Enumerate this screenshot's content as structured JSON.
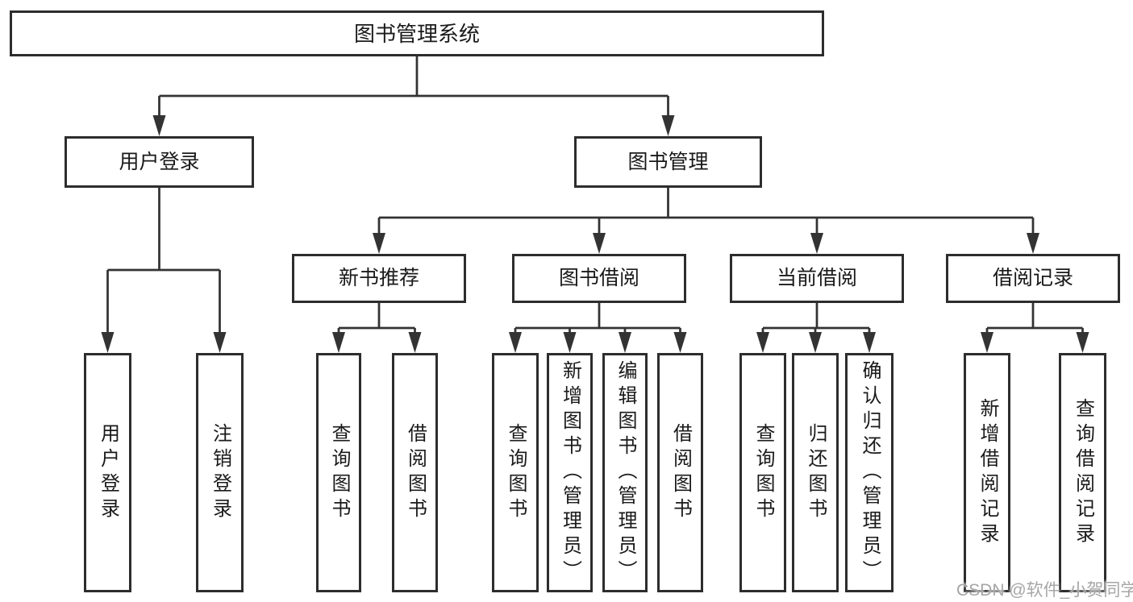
{
  "diagram": {
    "root": {
      "label": "图书管理系统"
    },
    "branches": [
      {
        "label": "用户登录",
        "children": [
          {
            "label": "用户登录"
          },
          {
            "label": "注销登录"
          }
        ]
      },
      {
        "label": "图书管理",
        "children": [
          {
            "label": "新书推荐",
            "children": [
              {
                "label": "查询图书"
              },
              {
                "label": "借阅图书"
              }
            ]
          },
          {
            "label": "图书借阅",
            "children": [
              {
                "label": "查询图书"
              },
              {
                "label": "新增图书（管理员）"
              },
              {
                "label": "编辑图书（管理员）"
              },
              {
                "label": "借阅图书"
              }
            ]
          },
          {
            "label": "当前借阅",
            "children": [
              {
                "label": "查询图书"
              },
              {
                "label": "归还图书"
              },
              {
                "label": "确认归还（管理员）"
              }
            ]
          },
          {
            "label": "借阅记录",
            "children": [
              {
                "label": "新增借阅记录"
              },
              {
                "label": "查询借阅记录"
              }
            ]
          }
        ]
      }
    ],
    "watermark": "CSDN @软件_小贺同学",
    "colors": {
      "line": "#333333",
      "border": "#2d2d2d",
      "text": "#1a1a1a",
      "watermark": "#a6a6a6",
      "background": "#ffffff"
    }
  }
}
